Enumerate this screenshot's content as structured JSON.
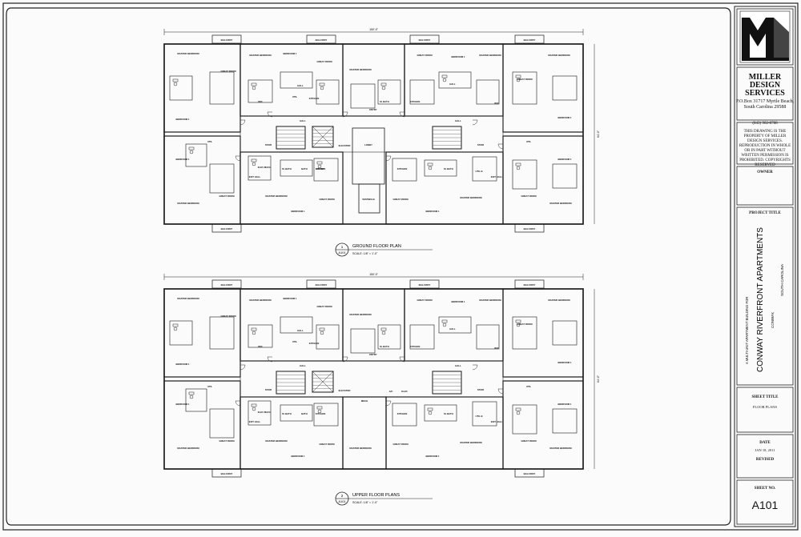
{
  "plans": {
    "ground": {
      "number": "1",
      "sheet_ref": "A101",
      "title": "GROUND FLOOR PLAN",
      "scale": "SCALE: 1/8\" = 1'-0\""
    },
    "upper": {
      "number": "2",
      "sheet_ref": "A101",
      "title": "UPPER FLOOR PLANS",
      "scale": "SCALE: 1/8\" = 1'-0\""
    },
    "overall_dim": "150'-0\"",
    "depth_dim": "64'-0\""
  },
  "rooms": {
    "balcony": "BALCONY",
    "master_bedroom": "MASTER BEDROOM",
    "bedroom1": "BEDROOM 1",
    "great_room": "GREAT ROOM",
    "hall": "HALL",
    "kitchen": "KITCHEN",
    "mbath": "M. BATH",
    "bath": "BATH",
    "wic": "WIC",
    "util": "UTIL",
    "entry": "ENTRY",
    "stair": "STAIR",
    "elevator": "ELEVATOR",
    "lobby": "LOBBY",
    "vestibule": "VESTIBULE",
    "exit_hall": "EXIT HALL",
    "elev_mach": "ELEV MACH",
    "mech": "MECH",
    "ac": "A/C",
    "elec": "ELEC",
    "util_b": "UTIL B"
  },
  "title_block": {
    "firm": "MILLER DESIGN SERVICES",
    "address": "P.O.Box 31717 Myrtle Beach, South Carolina 29588",
    "phone": "(843) 902-8788",
    "notice": "THIS DRAWING IS THE PROPERTY OF MILLER DESIGN SERVICES. REPRODUCTION IN WHOLE OR IN PART WITHOUT WRITTEN PERMISSION IS PROHIBITED. COPYRIGHTS RESERVED",
    "owner_label": "OWNER",
    "project_title_label": "PROJECT TITLE",
    "project_subtitle": "A MULTI-UNIT APARTMENT BUILDING FOR",
    "project_name": "CONWAY RIVERFRONT APARTMENTS",
    "project_location": "CONWAY,",
    "project_state": "SOUTH CAROLINA",
    "sheet_title_label": "SHEET TITLE",
    "sheet_title": "FLOOR PLANS",
    "date_label": "DATE",
    "date": "JAN 18, 2011",
    "revised_label": "REVISED",
    "sheet_no_label": "SHEET NO.",
    "sheet_no": "A101"
  }
}
